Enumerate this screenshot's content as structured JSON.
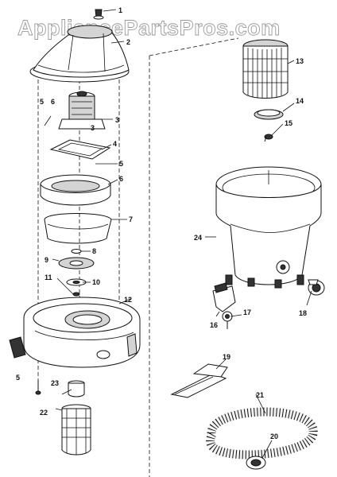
{
  "watermark": "AppliancePartsPros.com",
  "labels": [
    "1",
    "2",
    "3",
    "3",
    "4",
    "5",
    "5",
    "6",
    "6",
    "7",
    "8",
    "9",
    "10",
    "11",
    "12",
    "13",
    "14",
    "15",
    "16",
    "17",
    "18",
    "19",
    "20",
    "21",
    "22",
    "23",
    "24"
  ]
}
